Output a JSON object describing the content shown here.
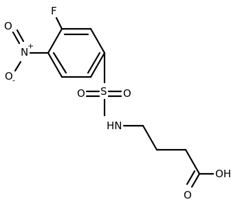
{
  "structure": {
    "atoms": {
      "fluorine": "F",
      "nitro_nitrogen": "N",
      "nitro_plus": "+",
      "nitro_oxygen_double": "O",
      "nitro_oxygen_single": "O",
      "nitro_minus": "-",
      "sulfur": "S",
      "sulfonyl_oxygen_left": "O",
      "sulfonyl_oxygen_right": "O",
      "amine_nh": "HN",
      "carboxyl_oh": "OH",
      "carbonyl_oxygen": "O"
    }
  }
}
